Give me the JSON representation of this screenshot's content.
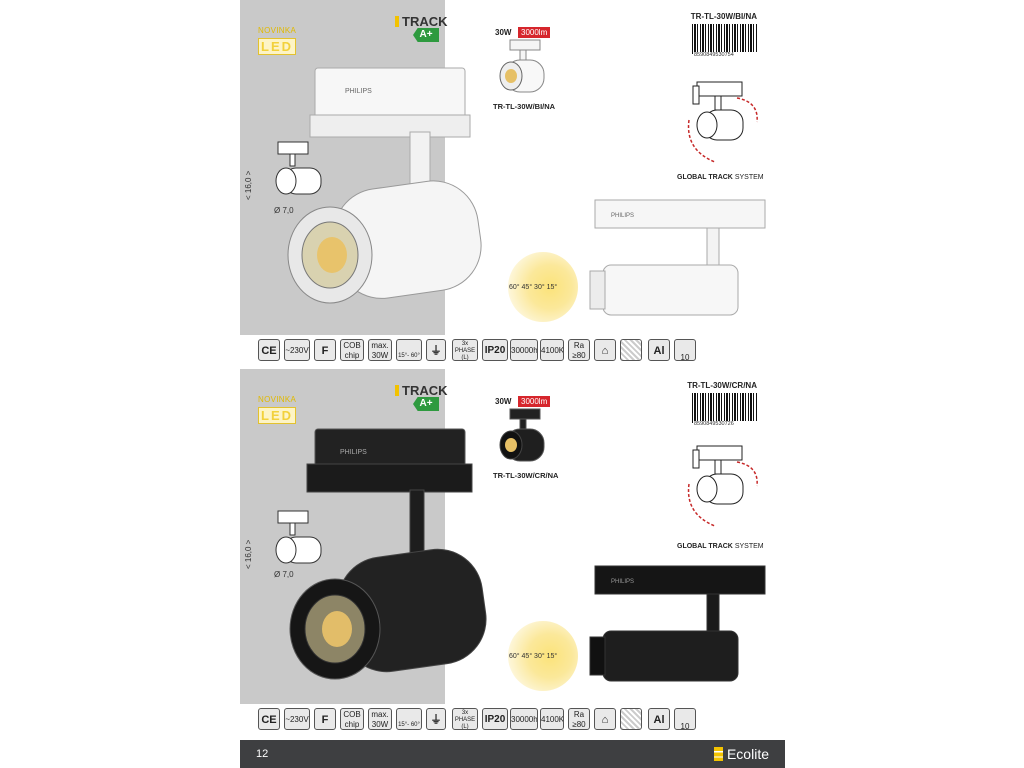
{
  "panels": [
    {
      "novinka": "NOVINKA",
      "led": "LED",
      "track": "TRACK",
      "energy": "A+",
      "height": "< 16,0 >",
      "diameter": "Ø 7,0",
      "wattage": "30W",
      "lumen": "3000lm",
      "code_small": "TR-TL-30W/BI/NA",
      "code_top": "TR-TL-30W/BI/NA",
      "barcode_number": "8590849530754",
      "system_bold": "GLOBAL TRACK",
      "system_rest": " SYSTEM",
      "beam_angles": "60° 45° 30° 15°",
      "driver_brand": "PHILIPS",
      "body_color": "#f4f4f4"
    },
    {
      "novinka": "NOVINKA",
      "led": "LED",
      "track": "TRACK",
      "energy": "A+",
      "height": "< 16,0 >",
      "diameter": "Ø 7,0",
      "wattage": "30W",
      "lumen": "3000lm",
      "code_small": "TR-TL-30W/CR/NA",
      "code_top": "TR-TL-30W/CR/NA",
      "barcode_number": "8590849530726",
      "system_bold": "GLOBAL TRACK",
      "system_rest": " SYSTEM",
      "beam_angles": "60° 45° 30° 15°",
      "driver_brand": "PHILIPS",
      "body_color": "#1e1e1e"
    }
  ],
  "icons": {
    "ce": "CE",
    "voltage": "~230V",
    "f": "F",
    "cob_top": "COB",
    "cob_bottom": "chip",
    "max_top": "max.",
    "max_bottom": "30W",
    "angle": "15°- 60°",
    "phase_1": "3x",
    "phase_2": "PHASE",
    "phase_3": "(L)",
    "ip": "IP20",
    "hours": "30000h",
    "kelvin": "4100K",
    "ra_top": "Ra",
    "ra_bottom": "≥80",
    "al": "Al",
    "count": "10"
  },
  "footer": {
    "page_number": "12",
    "brand": "Ecolite"
  }
}
